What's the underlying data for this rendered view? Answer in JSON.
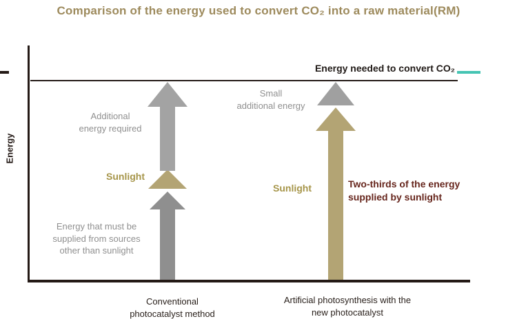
{
  "title": "Comparison of the energy used to convert CO₂ into a raw material(RM)",
  "colors": {
    "title_gold": "#9d8a5c",
    "khaki_sunlight": "#b3a474",
    "gray_energy": "#9a9a9a",
    "axis_dark": "#241a16",
    "teal_accent": "#45c4b3",
    "note_dark_red": "#66251c"
  },
  "axis": {
    "y_label": "Energy"
  },
  "target_line": {
    "label": "Energy needed to convert CO₂"
  },
  "left_column": {
    "upper_label": {
      "line1": "Additional",
      "line2": "energy required"
    },
    "sunlight_label": "Sunlight",
    "lower_label": {
      "line1": "Energy that must be",
      "line2": "supplied from sources",
      "line3": "other than sunlight"
    },
    "category": {
      "line1": "Conventional",
      "line2": "photocatalyst method"
    }
  },
  "right_column": {
    "upper_label": {
      "line1": "Small",
      "line2": "additional energy"
    },
    "sunlight_label": "Sunlight",
    "note": {
      "line1": "Two-thirds of the energy",
      "line2": "supplied by sunlight"
    },
    "category": {
      "line1": "Artificial photosynthesis with the",
      "line2": "new photocatalyst"
    }
  },
  "chart_data": {
    "type": "bar",
    "title": "Comparison of the energy used to convert CO₂ into a raw material(RM)",
    "xlabel": "",
    "ylabel": "Energy",
    "ylim": [
      0,
      120
    ],
    "grid": false,
    "legend_position": "none",
    "target_line": {
      "label": "Energy needed to convert CO₂",
      "value": 100
    },
    "categories": [
      "Conventional photocatalyst method",
      "Artificial photosynthesis with the new photocatalyst"
    ],
    "series": [
      {
        "name": "Energy from sources other than sunlight (lower segment)",
        "color": "#8f8f8f",
        "values": [
          44,
          0
        ]
      },
      {
        "name": "Sunlight",
        "color": "#b3a474",
        "values": [
          11,
          86
        ]
      },
      {
        "name": "Additional energy required (upper segment)",
        "color": "#a3a3a3",
        "values": [
          45,
          14
        ]
      }
    ],
    "annotations": [
      "Two-thirds of the energy supplied by sunlight",
      "Horizontal line marks the energy needed to convert CO₂ into the raw material"
    ]
  }
}
